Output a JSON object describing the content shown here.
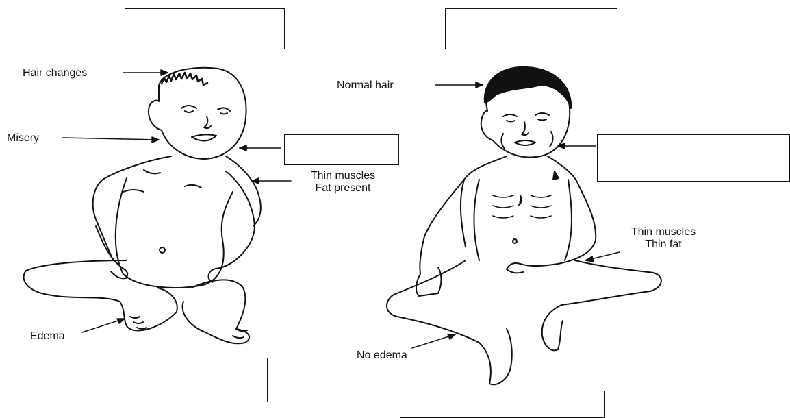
{
  "left_figure": {
    "labels": {
      "hair": "Hair changes",
      "mood": "Misery",
      "muscle_line1": "Thin muscles",
      "muscle_line2": "Fat present",
      "edema": "Edema"
    }
  },
  "right_figure": {
    "labels": {
      "hair": "Normal hair",
      "muscle_line1": "Thin muscles",
      "muscle_line2": "Thin fat",
      "edema": "No edema"
    }
  },
  "blank_boxes": {
    "note": ""
  },
  "colors": {
    "ink": "#111111",
    "background": "#ffffff"
  }
}
